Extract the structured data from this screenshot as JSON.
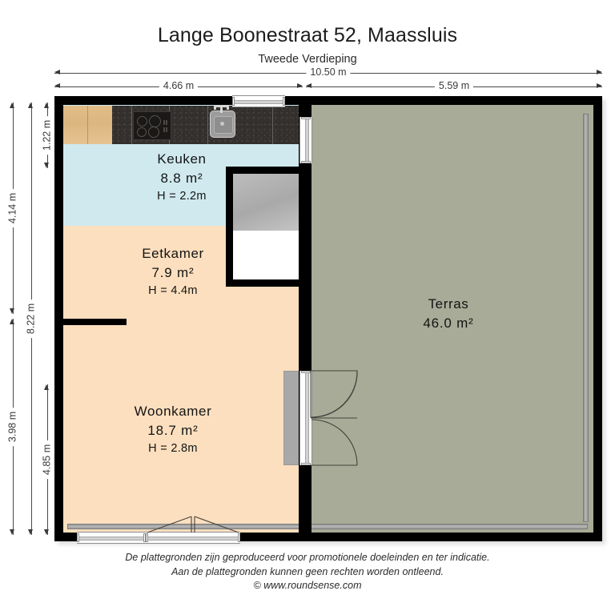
{
  "header": {
    "title": "Lange Boonestraat 52, Maassluis",
    "subtitle": "Tweede Verdieping"
  },
  "dimensions": {
    "top": [
      {
        "label": "10.50 m"
      },
      {
        "label": "4.66 m"
      },
      {
        "label": "5.59 m"
      }
    ],
    "left": [
      {
        "label": "4.14 m"
      },
      {
        "label": "3.98 m"
      },
      {
        "label": "8.22 m"
      },
      {
        "label": "1.22 m"
      },
      {
        "label": "4.85 m"
      }
    ]
  },
  "rooms": [
    {
      "name": "Keuken",
      "area": "8.8 m²",
      "height": "H = 2.2m"
    },
    {
      "name": "Eetkamer",
      "area": "7.9 m²",
      "height": "H = 4.4m"
    },
    {
      "name": "Woonkamer",
      "area": "18.7 m²",
      "height": "H = 2.8m"
    },
    {
      "name": "Terras",
      "area": "46.0 m²",
      "height": ""
    }
  ],
  "colors": {
    "kitchen_floor": "#cfe9ef",
    "living_floor": "#fcdfbe",
    "terrace_floor": "#a7ab97",
    "wall": "#000000",
    "counter_dark": "#332f2c",
    "counter_wood": "#dcb67f",
    "stair": "#b5b5b5",
    "railing": "#9a9a9a"
  },
  "fixtures": [
    {
      "name": "cooktop"
    },
    {
      "name": "sink"
    },
    {
      "name": "staircase"
    },
    {
      "name": "balcony-railing"
    }
  ],
  "footer": {
    "line1": "De plattegronden zijn geproduceerd voor promotionele doeleinden en ter indicatie.",
    "line2": "Aan de plattegronden kunnen geen rechten worden ontleend.",
    "line3": "© www.roundsense.com"
  }
}
